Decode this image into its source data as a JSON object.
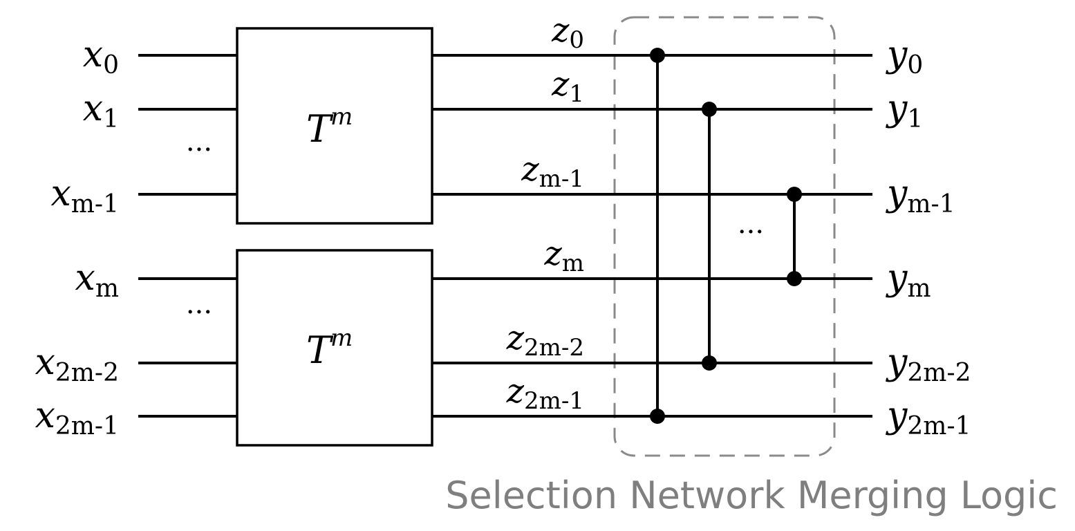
{
  "inputs": [
    {
      "base": "x",
      "sub": "0"
    },
    {
      "base": "x",
      "sub": "1"
    },
    {
      "base": "x",
      "sub": "m-1"
    },
    {
      "base": "x",
      "sub": "m"
    },
    {
      "base": "x",
      "sub": "2m-2"
    },
    {
      "base": "x",
      "sub": "2m-1"
    }
  ],
  "intermediates": [
    {
      "base": "z",
      "sub": "0"
    },
    {
      "base": "z",
      "sub": "1"
    },
    {
      "base": "z",
      "sub": "m-1"
    },
    {
      "base": "z",
      "sub": "m"
    },
    {
      "base": "z",
      "sub": "2m-2"
    },
    {
      "base": "z",
      "sub": "2m-1"
    }
  ],
  "outputs": [
    {
      "base": "y",
      "sub": "0"
    },
    {
      "base": "y",
      "sub": "1"
    },
    {
      "base": "y",
      "sub": "m-1"
    },
    {
      "base": "y",
      "sub": "m"
    },
    {
      "base": "y",
      "sub": "2m-2"
    },
    {
      "base": "y",
      "sub": "2m-1"
    }
  ],
  "blocks": [
    {
      "base": "T",
      "sup": "m"
    },
    {
      "base": "T",
      "sup": "m"
    }
  ],
  "ellipsis": "···",
  "region_label": "Selection Network Merging Logic"
}
